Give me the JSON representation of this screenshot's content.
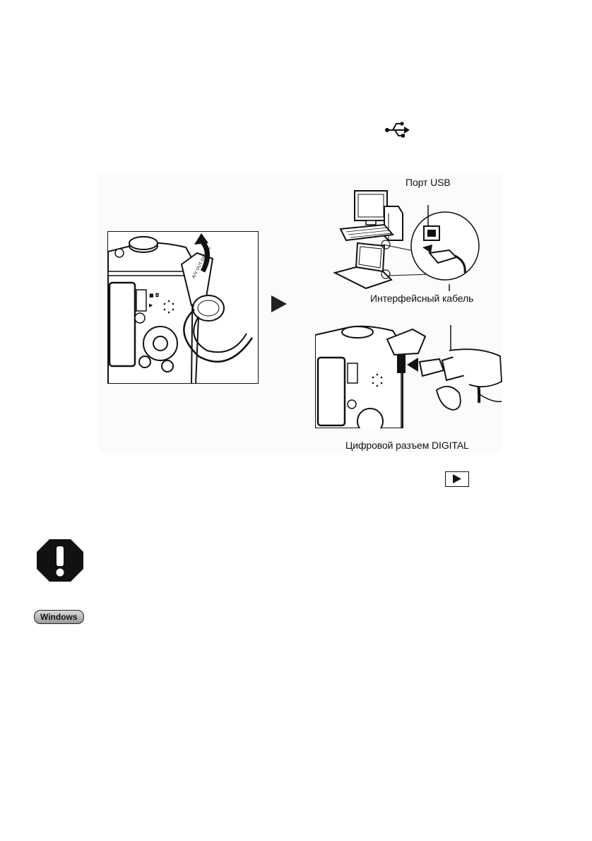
{
  "icons": {
    "usb": "usb-trident-icon",
    "playback": "playback-mode-icon",
    "caution": "caution-exclamation-icon"
  },
  "figure": {
    "label_usb_port": "Порт USB",
    "label_interface_cable": "Интерфейсный кабель",
    "label_digital_connector": "Цифровой разъем DIGITAL",
    "camera_cover_text": "A/V OUT DIGITAL"
  },
  "badges": {
    "windows": "Windows"
  }
}
